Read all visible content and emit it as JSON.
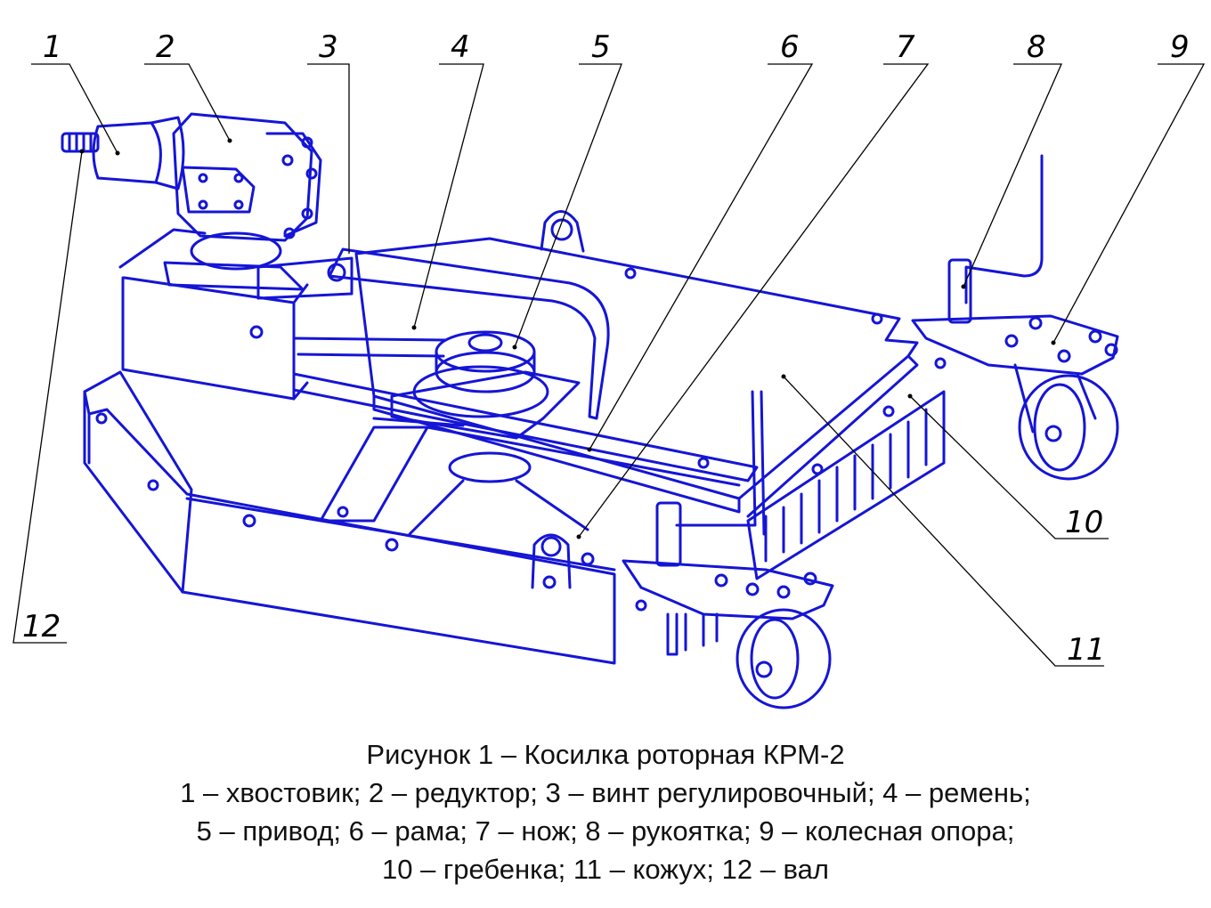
{
  "colors": {
    "line": "#1515d6",
    "text": "#111111",
    "leader": "#000000"
  },
  "figure": {
    "callouts": [
      "1",
      "2",
      "3",
      "4",
      "5",
      "6",
      "7",
      "8",
      "9",
      "10",
      "11",
      "12"
    ],
    "caption": {
      "title": "Рисунок 1 – Косилка роторная КРМ-2",
      "legend": [
        "1 – хвостовик; 2 – редуктор; 3 – винт регулировочный; 4 – ремень;",
        "5 – привод; 6 – рама; 7 – нож; 8 – рукоятка; 9 – колесная опора;",
        "10 – гребенка; 11 – кожух; 12 – вал"
      ]
    }
  }
}
